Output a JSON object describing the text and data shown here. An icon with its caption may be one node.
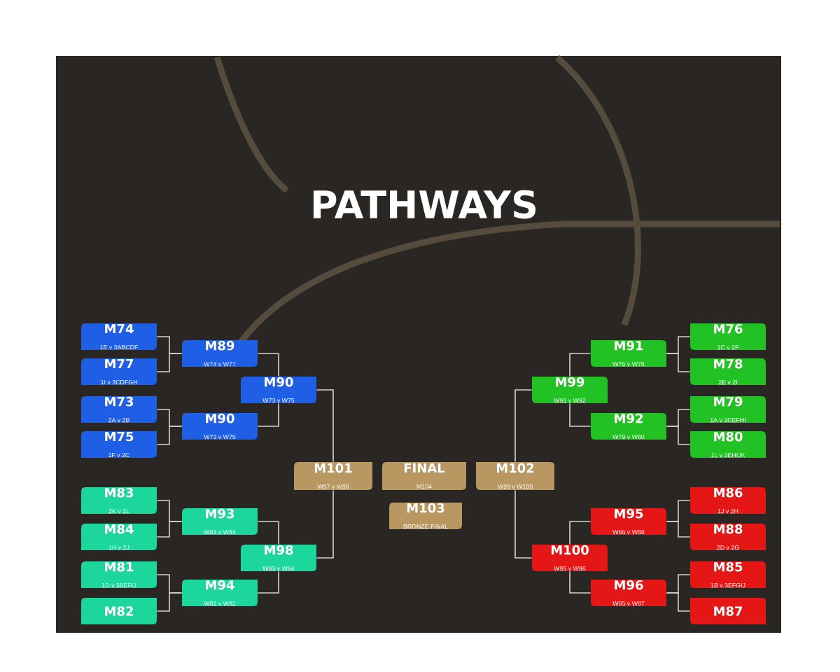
{
  "diagram": {
    "title": "PATHWAYS",
    "nodes": [
      {
        "text": [
          "M74",
          "1E v 3ABCDF"
        ]
      },
      {
        "text": [
          "M77",
          "1I v 3CDFGH"
        ]
      },
      {
        "text": [
          "M73",
          "2A v 2B"
        ]
      },
      {
        "text": [
          "M75",
          "1F v 2C"
        ]
      },
      {
        "text": [
          "M83",
          "2K v 2L"
        ]
      },
      {
        "text": [
          "M84",
          "1H v 2J"
        ]
      },
      {
        "text": [
          "M81",
          "1D v 3BEFIJ"
        ]
      },
      {
        "text": [
          "M82"
        ]
      },
      {
        "text": [
          "M89",
          "W74 v W77"
        ]
      },
      {
        "text": [
          "M90",
          "W73 v W75"
        ]
      },
      {
        "text": [
          "M93",
          "W83 v W84"
        ]
      },
      {
        "text": [
          "M94",
          "W81 v W82"
        ]
      },
      {
        "text": [
          "M90",
          "W73 v W75"
        ]
      },
      {
        "text": [
          "M98",
          "W93 v W94"
        ]
      },
      {
        "text": [
          "M101",
          "W97 v W98"
        ]
      },
      {
        "text": [
          "FINAL",
          "M104"
        ]
      },
      {
        "text": [
          "M102",
          "W99 v W100"
        ]
      },
      {
        "text": [
          "M103",
          "BRONZE FINAL"
        ]
      },
      {
        "text": [
          "M99",
          "W91 v W92"
        ]
      },
      {
        "text": [
          "M100",
          "W95 v W96"
        ]
      },
      {
        "text": [
          "M91",
          "W76 v W78"
        ]
      },
      {
        "text": [
          "M92",
          "W79 v W80"
        ]
      },
      {
        "text": [
          "M95",
          "W86 v W88"
        ]
      },
      {
        "text": [
          "M96",
          "W85 v W87"
        ]
      },
      {
        "text": [
          "M76",
          "1C v 2F"
        ]
      },
      {
        "text": [
          "M78",
          "2E v 2I"
        ]
      },
      {
        "text": [
          "M79",
          "1A v 3CEFHI"
        ]
      },
      {
        "text": [
          "M80",
          "1L v 3EHIJK"
        ]
      },
      {
        "text": [
          "M86",
          "1J v 2H"
        ]
      },
      {
        "text": [
          "M88",
          "2D v 2G"
        ]
      },
      {
        "text": [
          "M85",
          "1B v 3EFGIJ"
        ]
      },
      {
        "text": [
          "M87"
        ]
      }
    ],
    "edges": [
      {
        "from": 0,
        "to": 8,
        "arrow": "none"
      },
      {
        "from": 1,
        "to": 8,
        "arrow": "none"
      },
      {
        "from": 2,
        "to": 9,
        "arrow": "none"
      },
      {
        "from": 3,
        "to": 9,
        "arrow": "none"
      },
      {
        "from": 4,
        "to": 10,
        "arrow": "none"
      },
      {
        "from": 5,
        "to": 10,
        "arrow": "none"
      },
      {
        "from": 6,
        "to": 11,
        "arrow": "none"
      },
      {
        "from": 7,
        "to": 11,
        "arrow": "none"
      },
      {
        "from": 8,
        "to": 12,
        "arrow": "none"
      },
      {
        "from": 9,
        "to": 12,
        "arrow": "none"
      },
      {
        "from": 10,
        "to": 13,
        "arrow": "none"
      },
      {
        "from": 11,
        "to": 13,
        "arrow": "none"
      },
      {
        "from": 12,
        "to": 14,
        "arrow": "none"
      },
      {
        "from": 13,
        "to": 14,
        "arrow": "none"
      },
      {
        "from": 24,
        "to": 20,
        "arrow": "none"
      },
      {
        "from": 25,
        "to": 20,
        "arrow": "none"
      },
      {
        "from": 26,
        "to": 21,
        "arrow": "none"
      },
      {
        "from": 27,
        "to": 21,
        "arrow": "none"
      },
      {
        "from": 28,
        "to": 22,
        "arrow": "none"
      },
      {
        "from": 29,
        "to": 22,
        "arrow": "none"
      },
      {
        "from": 30,
        "to": 23,
        "arrow": "none"
      },
      {
        "from": 31,
        "to": 23,
        "arrow": "none"
      },
      {
        "from": 20,
        "to": 18,
        "arrow": "none"
      },
      {
        "from": 21,
        "to": 18,
        "arrow": "none"
      },
      {
        "from": 22,
        "to": 19,
        "arrow": "none"
      },
      {
        "from": 23,
        "to": 19,
        "arrow": "none"
      },
      {
        "from": 18,
        "to": 16,
        "arrow": "none"
      },
      {
        "from": 19,
        "to": 16,
        "arrow": "none"
      }
    ]
  }
}
